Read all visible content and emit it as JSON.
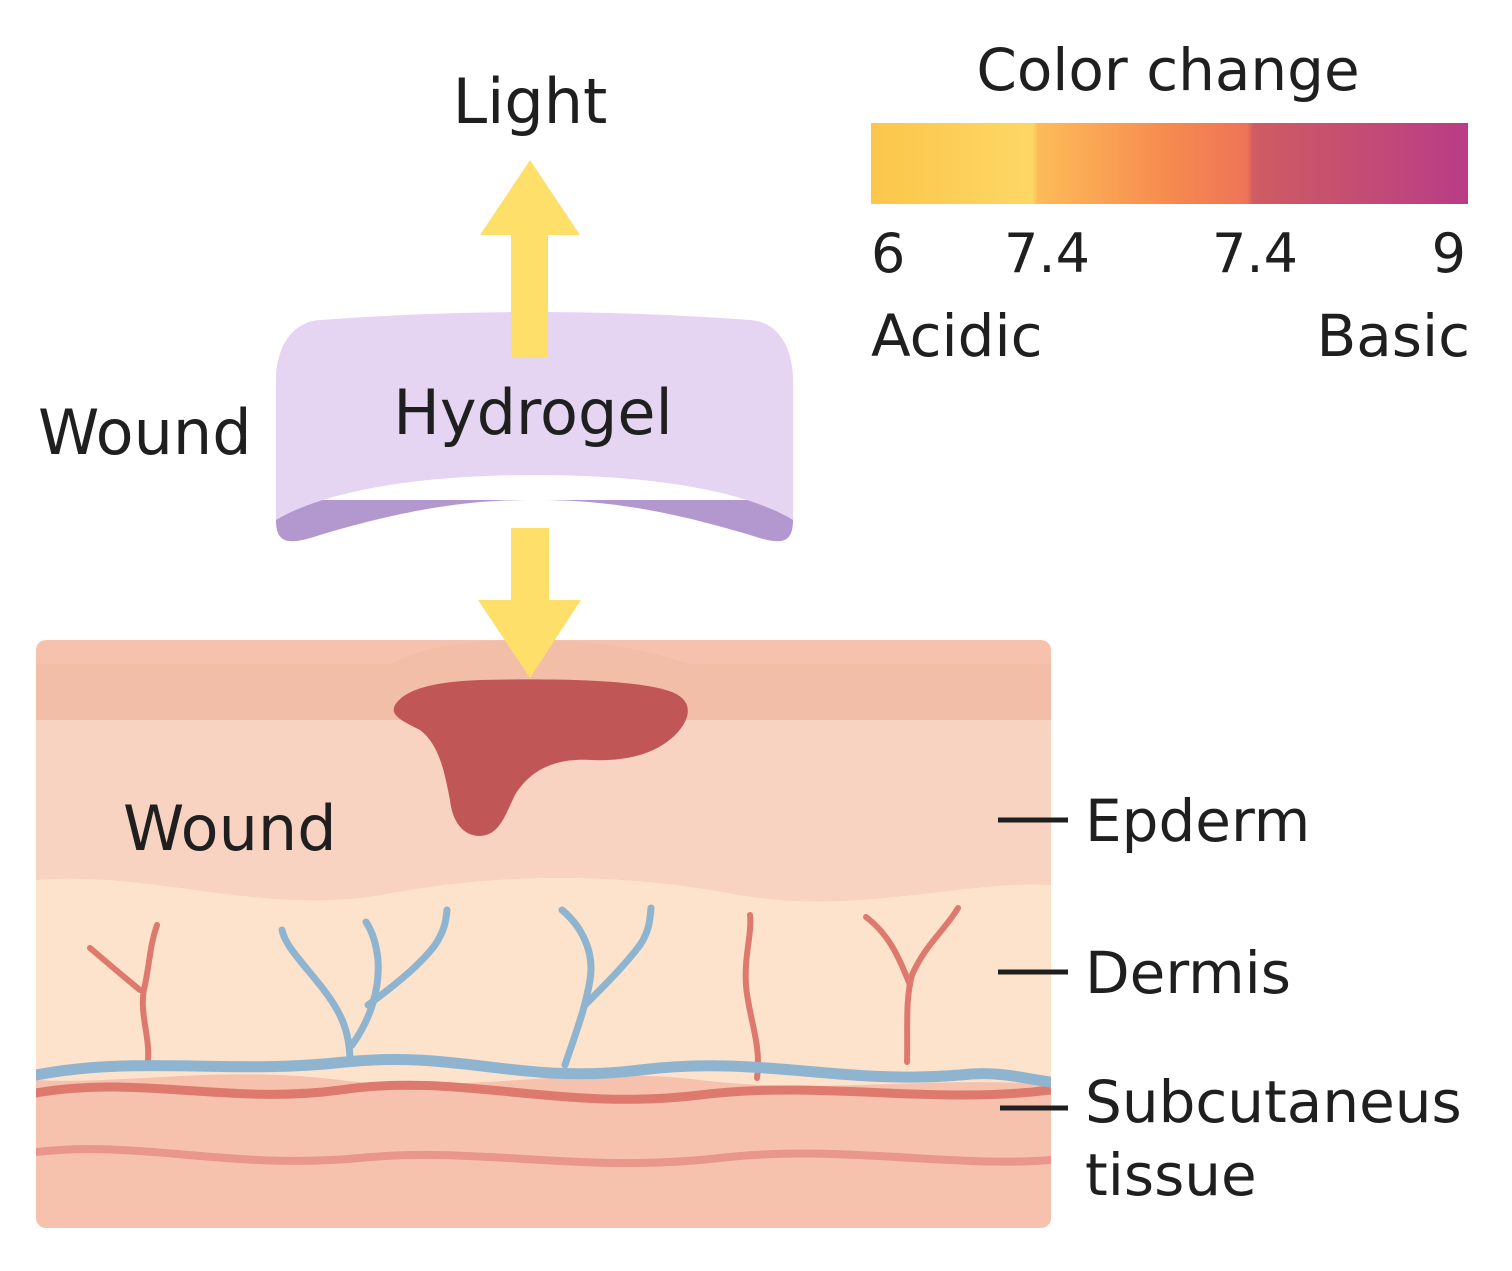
{
  "colors": {
    "hydrogel_top": "#e5d5f2",
    "hydrogel_bottom": "#b398cf",
    "arrow": "#fddf6a",
    "epidermis_top": "#f2bea8",
    "epidermis": "#f8d3c2",
    "dermis": "#fde3cc",
    "subcutaneous": "#f6c2ae",
    "wound_blood": "#c15656",
    "vessel_blue": "#8fb4cf",
    "vessel_red": "#dd7a6d",
    "scale_yellow": "#fcc64a",
    "scale_orange": "#f68a4f",
    "scale_magenta": "#b93c86"
  },
  "labels": {
    "light": "Light",
    "hydrogel": "Hydrogel",
    "wound_left": "Wound",
    "wound_skin": "Wound",
    "epidermis": "Epderm",
    "dermis": "Dermis",
    "subcutaneous_line1": "Subcutaneus",
    "subcutaneous_line2": "tissue"
  },
  "color_scale": {
    "title": "Color change",
    "ticks": [
      "6",
      "7.4",
      "7.4",
      "9"
    ],
    "left_label": "Acidic",
    "right_label": "Basic"
  }
}
